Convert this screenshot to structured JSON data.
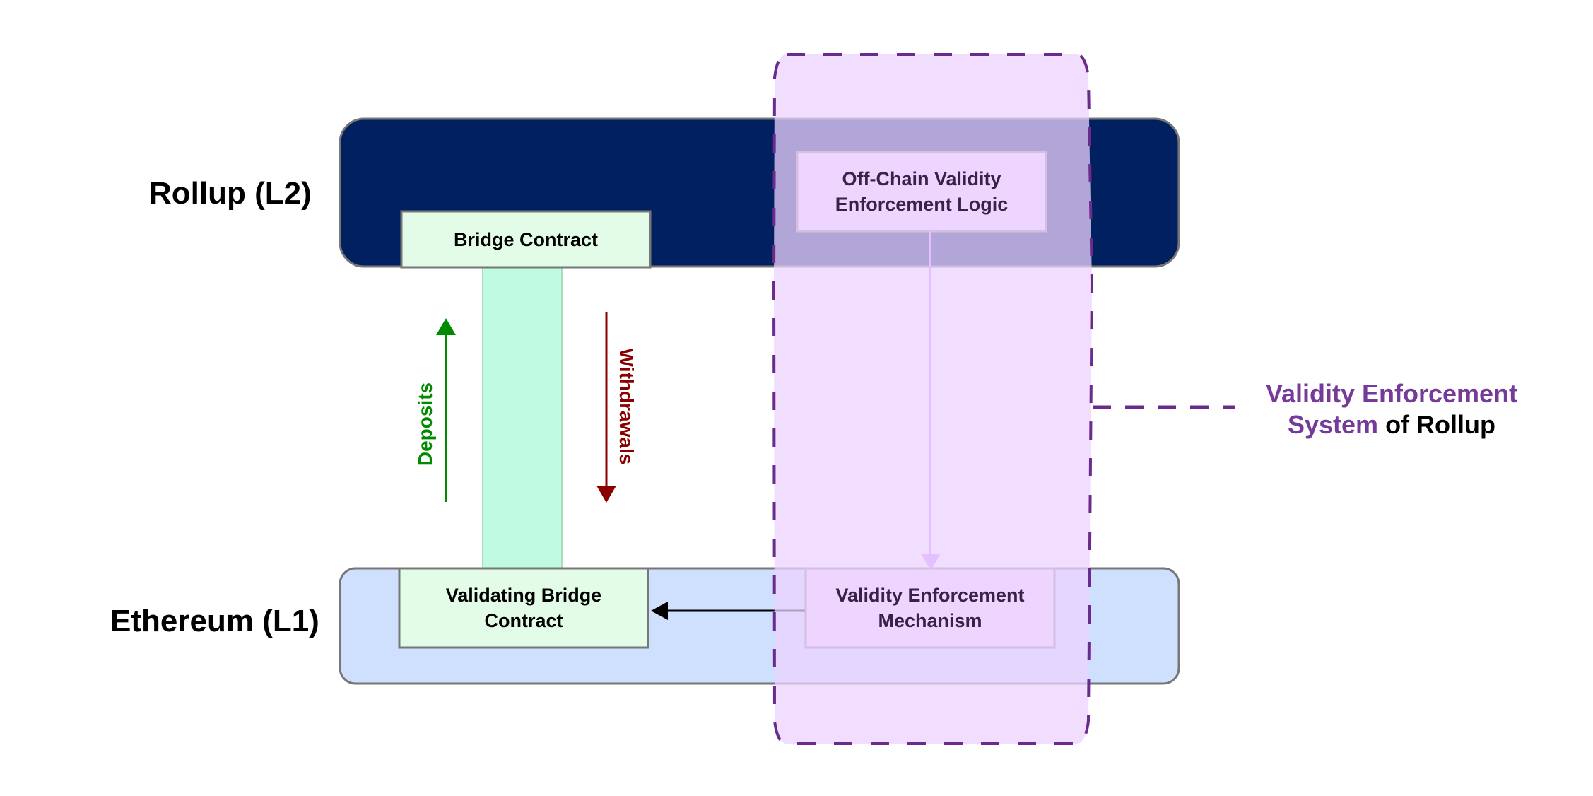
{
  "diagram": {
    "layers": {
      "l2": {
        "label": "Rollup (L2)",
        "fill": "#012060",
        "stroke": "#777777"
      },
      "l1": {
        "label": "Ethereum (L1)",
        "fill": "#cfdffe",
        "stroke": "#777777"
      }
    },
    "boxes": {
      "bridge_contract": {
        "label": "Bridge Contract",
        "fill": "#e3fce7"
      },
      "validating_bridge_contract": {
        "label_line1": "Validating Bridge",
        "label_line2": "Contract",
        "fill": "#e3fce7"
      },
      "offchain_logic": {
        "label_line1": "Off-Chain Validity",
        "label_line2": "Enforcement Logic",
        "fill": "#f1dcfe"
      },
      "enforcement_mechanism": {
        "label_line1": "Validity Enforcement",
        "label_line2": "Mechanism",
        "fill": "#f1dcfe"
      }
    },
    "flows": {
      "deposits": {
        "label": "Deposits",
        "color": "#008a00",
        "direction": "up"
      },
      "withdrawals": {
        "label": "Withdrawals",
        "color": "#8a0000",
        "direction": "down"
      },
      "bridge_channel_color": "#c1fae2"
    },
    "validity_system": {
      "label_part1": "Validity Enforcement",
      "label_part2": "System",
      "label_part3": "of Rollup",
      "accent": "#763b98",
      "region_fill": "#ecd3ff",
      "link_arrow_color": "#cf87fb"
    }
  }
}
